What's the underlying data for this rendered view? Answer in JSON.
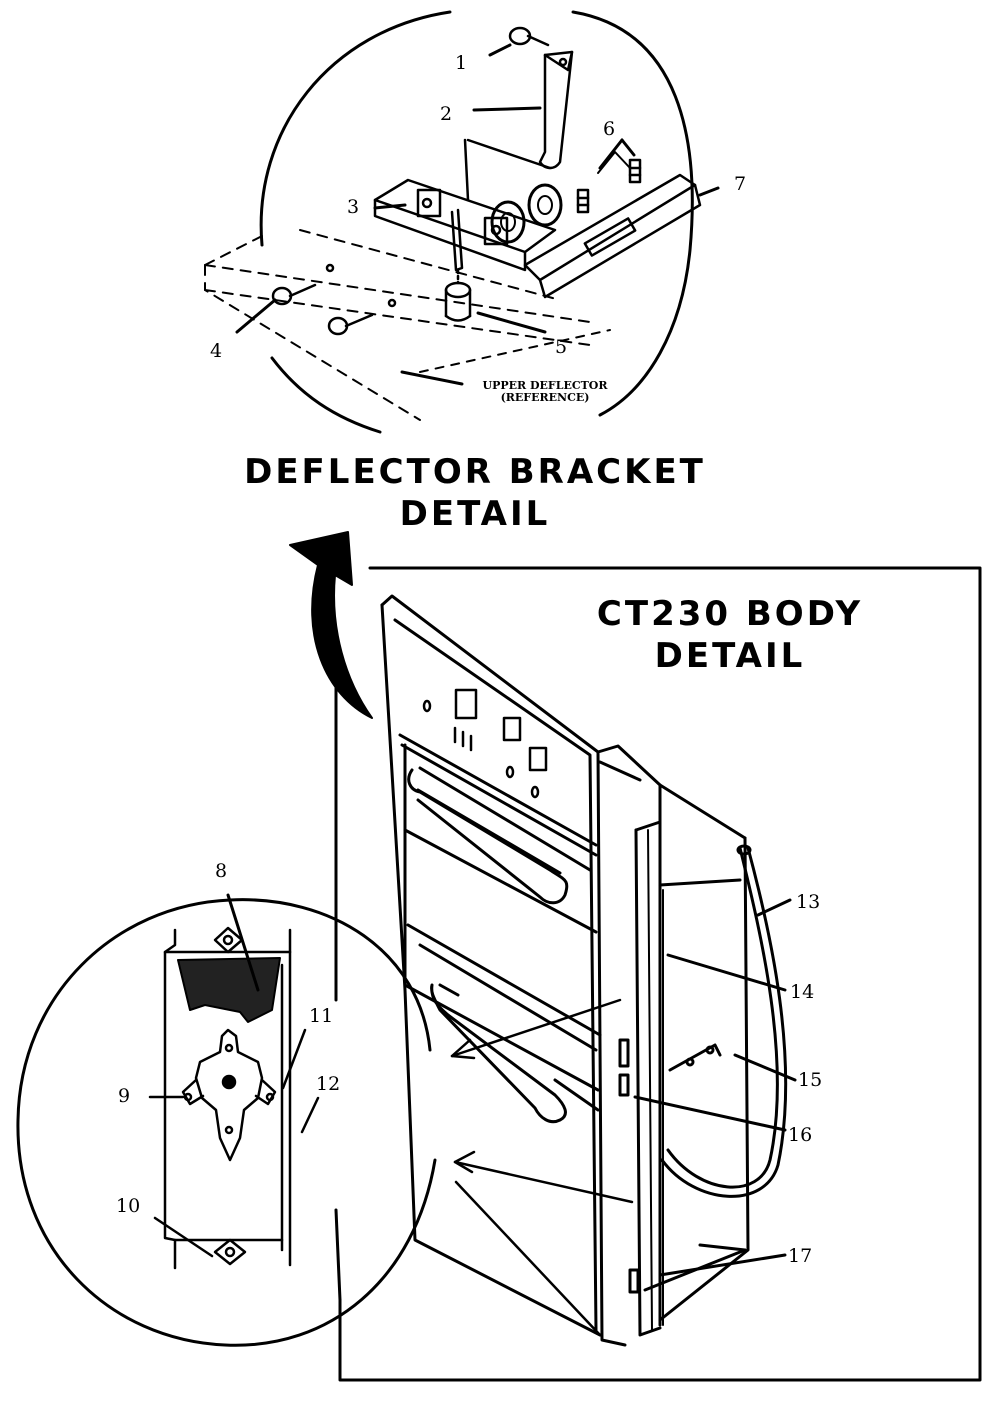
{
  "titles": {
    "deflector_line1": "DEFLECTOR BRACKET",
    "deflector_line2": "DETAIL",
    "body_line1": "CT230 BODY",
    "body_line2": "DETAIL"
  },
  "reference_note": {
    "line1": "UPPER DEFLECTOR",
    "line2": "(REFERENCE)"
  },
  "callouts": [
    "1",
    "2",
    "3",
    "4",
    "5",
    "6",
    "7",
    "8",
    "9",
    "10",
    "11",
    "12",
    "13",
    "14",
    "15",
    "16",
    "17"
  ]
}
